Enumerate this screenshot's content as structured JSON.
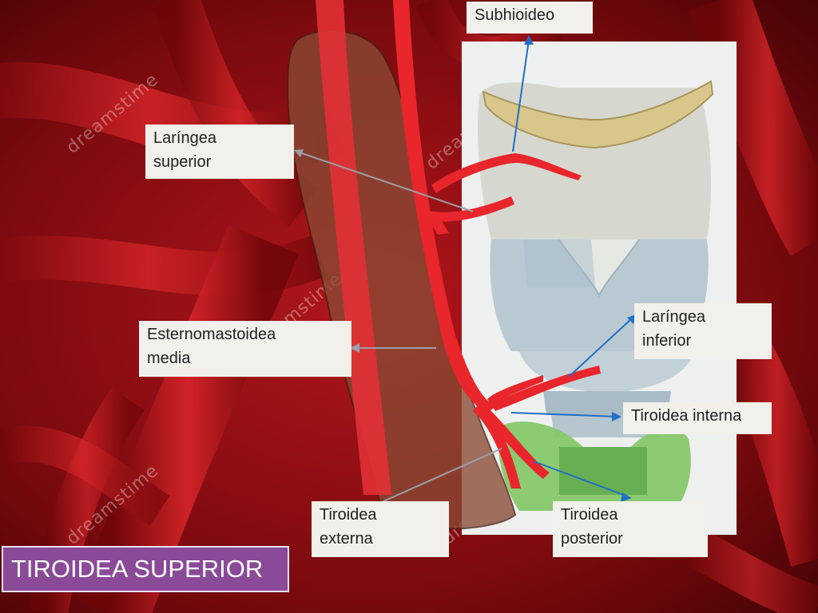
{
  "title": "TIROIDEA SUPERIOR",
  "watermark": "dreamstime",
  "labels": {
    "subhioideo": "Subhioideo",
    "laringea_superior": [
      "Laríngea",
      "superior"
    ],
    "esternomastoidea_media": [
      "Esternomastoidea",
      "media"
    ],
    "laringea_inferior": [
      "Laríngea",
      "inferior"
    ],
    "tiroidea_interna": "Tiroidea interna",
    "tiroidea_externa": [
      "Tiroidea",
      "externa"
    ],
    "tiroidea_posterior": [
      "Tiroidea",
      "posterior"
    ]
  },
  "colors": {
    "artery": "#e8262c",
    "muscle": "#8a4a34",
    "thyroid_gland": "#86c86a",
    "hyoid_bone": "#d8c68a",
    "cartilage": "#b8c8d2",
    "pointer_line": "#1f6fc4",
    "title_bg": "#8a4a98"
  }
}
